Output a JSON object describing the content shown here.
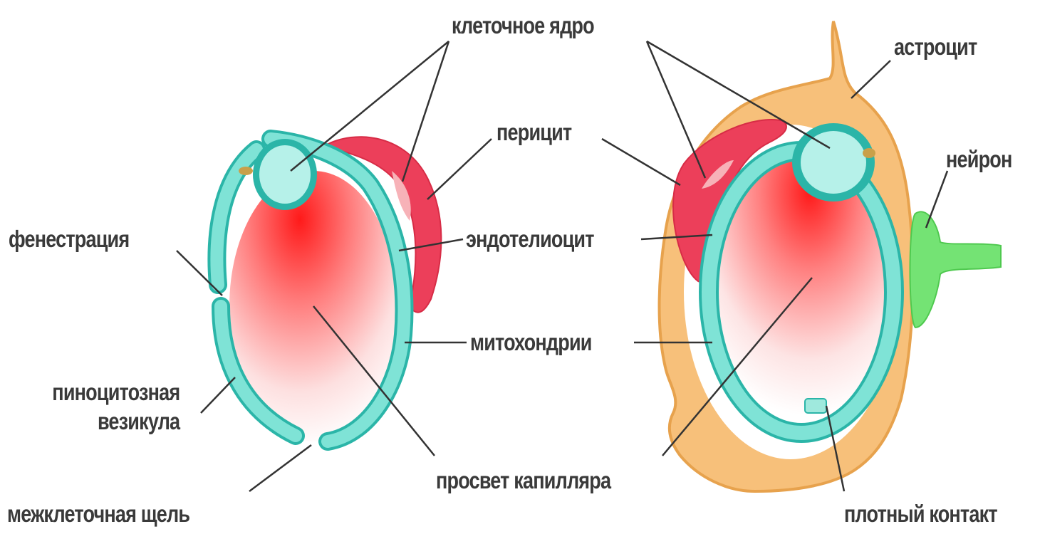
{
  "labels": {
    "cell_nucleus": "клеточное ядро",
    "astrocyte": "астроцит",
    "pericyte": "перицит",
    "neuron": "нейрон",
    "fenestration": "фенестрация",
    "endotheliocyte": "эндотелиоцит",
    "mitochondria": "митохондрии",
    "pinocytotic_vesicle": "пиноцитозная\nвезикула",
    "capillary_lumen": "просвет капилляра",
    "intercellular_gap": "межклеточная щель",
    "tight_junction": "плотный контакт"
  },
  "colors": {
    "endothelium": "#7fe3d6",
    "endothelium_stroke": "#2bb5a8",
    "nucleus": "#b6f1e9",
    "pericyte": "#ec3f5a",
    "astrocyte": "#f7c07a",
    "neuron": "#74e374",
    "lumen": "#ff2a2a",
    "leader_line": "#333333",
    "text": "#3a3a3a"
  }
}
